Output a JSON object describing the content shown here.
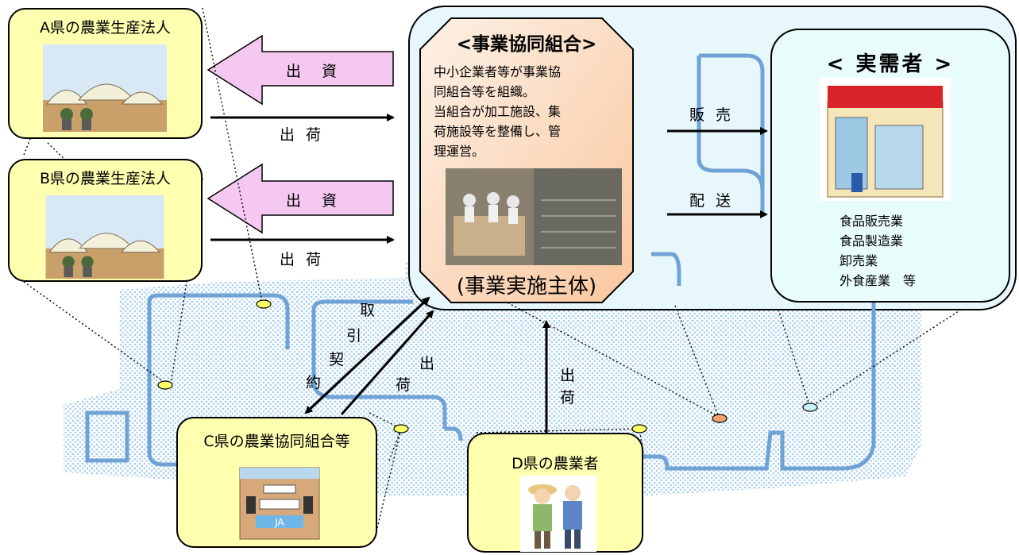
{
  "producers": [
    {
      "title": "A県の農業生産法人"
    },
    {
      "title": "B県の農業生産法人"
    },
    {
      "title": "C県の農業協同組合等"
    },
    {
      "title": "D県の農業者"
    }
  ],
  "cooperative": {
    "title": "<事業協同組合>",
    "description": [
      "中小企業者等が事業協",
      "同組合等を組織。",
      "当組合が加工施設、集",
      "荷施設等を整備し、管",
      "理運営。"
    ],
    "footer": "(事業実施主体)"
  },
  "buyer": {
    "title": "< 実需者 >",
    "categories": [
      "食品販売業",
      "食品製造業",
      "卸売業",
      "外食産業　等"
    ]
  },
  "flows": {
    "investment_a": "出 資",
    "shipment_a": "出 荷",
    "investment_b": "出 資",
    "shipment_b": "出 荷",
    "sales": "販 売",
    "delivery": "配 送",
    "contract": [
      "取",
      "引",
      "契",
      "約"
    ],
    "shipment_c": [
      "出",
      "荷"
    ],
    "shipment_d": [
      "出",
      "荷"
    ]
  },
  "colors": {
    "box_fill": "#ffffb0",
    "coop_fill": "#f9c79e",
    "buyer_fill": "#e9fcfc",
    "region_fill": "#e8f7fb",
    "investment_arrow": "#f4c8f1",
    "map_road": "#6fa3d6",
    "map_dots": "#a9d1ee"
  }
}
